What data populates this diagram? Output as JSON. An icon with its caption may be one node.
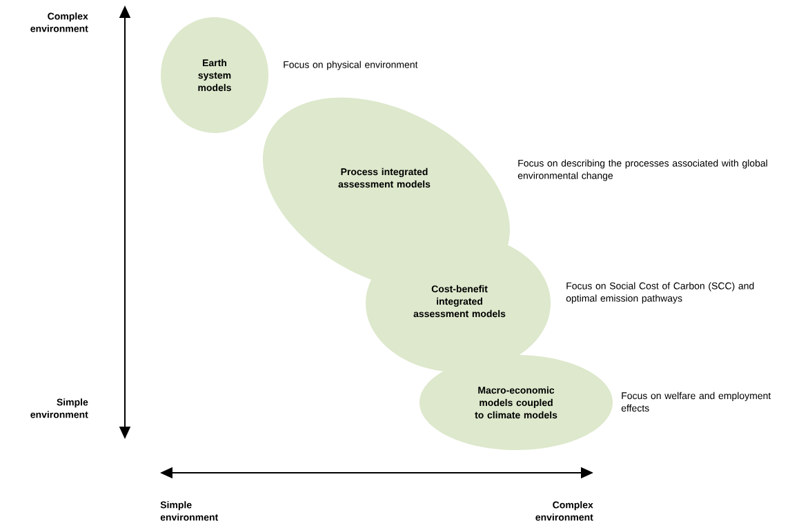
{
  "diagram": {
    "nodes": [
      {
        "text": [
          "Earth system models"
        ],
        "beside": [
          "Focus on physical environment"
        ]
      },
      {
        "text": [
          "Process integrated assessment models"
        ],
        "beside": [
          "Focus on describing the processes associated with global environmental change"
        ]
      },
      {
        "text": [
          "Cost-benefit integrated assessment models"
        ],
        "beside": [
          "Focus on Social Cost of Carbon (SCC) and optimal emission pathways"
        ]
      },
      {
        "text": [
          "Macro-economic models coupled to climate models"
        ],
        "beside": [
          "Focus on welfare and employment effects"
        ]
      }
    ],
    "labels": [
      "Complex environment",
      "Simple environment",
      "Simple environment",
      "Complex environment"
    ]
  }
}
